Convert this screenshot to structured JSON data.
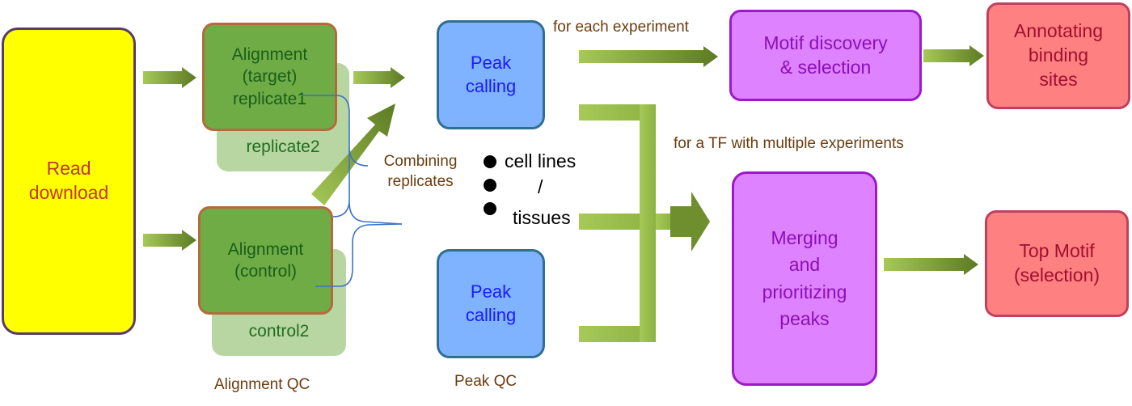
{
  "nodes": {
    "read_download": "Read\ndownload",
    "alignment_target": "Alignment\n(target)\nreplicate1",
    "replicate2": "replicate2",
    "alignment_control": "Alignment\n(control)",
    "control2": "control2",
    "peak_calling_top": "Peak\ncalling",
    "peak_calling_bottom": "Peak\ncalling",
    "motif_discovery": "Motif discovery\n& selection",
    "annotating_sites": "Annotating\nbinding\nsites",
    "merging_peaks": "Merging\nand\nprioritizing\npeaks",
    "top_motif": "Top Motif\n(selection)"
  },
  "labels": {
    "combining_replicates": "Combining\nreplicates",
    "cell_lines": "cell lines",
    "slash": "/",
    "tissues": "tissues",
    "for_each_experiment": "for each experiment",
    "for_tf_multiple": "for a TF with multiple experiments",
    "alignment_qc": "Alignment QC",
    "peak_qc": "Peak QC"
  },
  "colors": {
    "read_fill": "#ffff00",
    "read_border": "#5a3a6b",
    "read_text": "#c0392b",
    "align_fill": "#6fac46",
    "align_border": "#b46b3c",
    "align_text": "#1a5e1a",
    "ghost_fill": "#b7d6a2",
    "peak_fill": "#7fb2ff",
    "peak_border": "#2f6f8f",
    "peak_text": "#1a1aff",
    "motif_fill": "#df82ff",
    "motif_border": "#9b19c9",
    "motif_text": "#8a10b6",
    "annot_fill": "#ff8080",
    "annot_border": "#c04060",
    "annot_text": "#a01030",
    "arrow_light": "#a6c957",
    "arrow_dark": "#5c7a23",
    "brace": "#3d72c4",
    "label_brown": "#6b3d0f"
  }
}
